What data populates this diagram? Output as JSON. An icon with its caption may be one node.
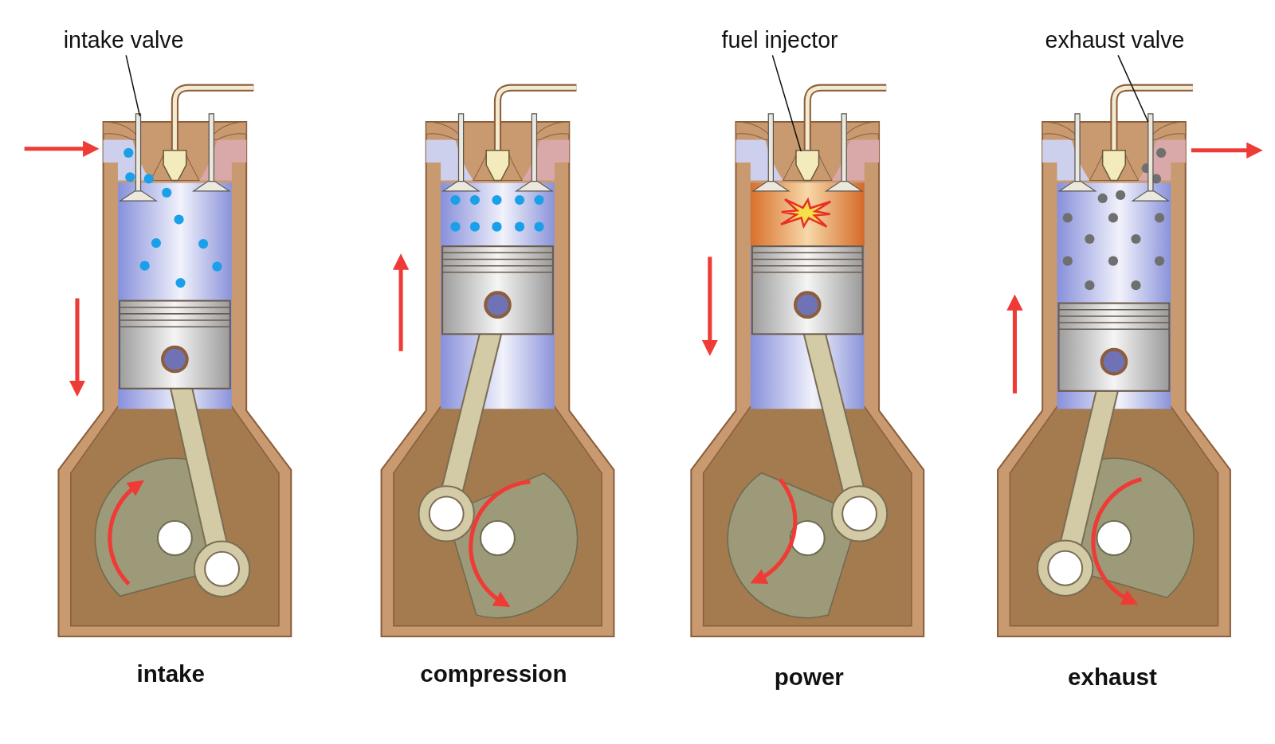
{
  "diagram": {
    "nodes": [
      {
        "text": [
          "intake valve"
        ]
      },
      {
        "text": [],
        "shape": "picture"
      },
      {
        "text": [
          "fuel injector"
        ]
      },
      {
        "text": [],
        "shape": "picture"
      },
      {
        "text": [
          "exhaust valve"
        ]
      },
      {
        "text": [],
        "shape": "picture"
      }
    ],
    "edges": [
      {
        "from": 0,
        "to": 1,
        "arrow": "none"
      },
      {
        "from": 2,
        "to": 3,
        "arrow": "none"
      },
      {
        "from": 4,
        "to": 5,
        "arrow": "none"
      }
    ],
    "labels": [
      "intake",
      "compression",
      "power",
      "exhaust"
    ]
  }
}
